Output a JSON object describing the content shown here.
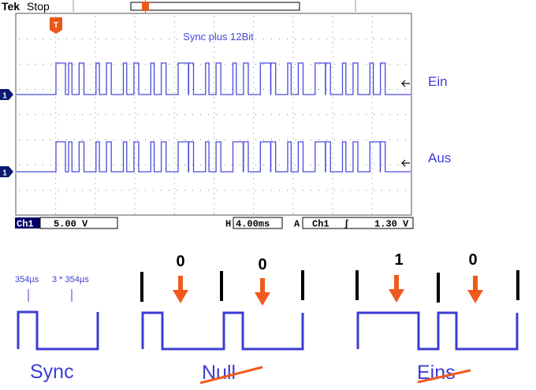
{
  "scope": {
    "brand": "Tek",
    "run_state": "Stop",
    "trigger_marker": "T",
    "annotation": "Sync plus 12Bit",
    "channel_marker": "1",
    "trace_labels": {
      "in": "Ein",
      "out": "Aus"
    },
    "status": {
      "channel": "Ch1",
      "volts_per_div": "5.00 V",
      "horiz_prefix": "H",
      "time_per_div": "4.00ms",
      "trigger_prefix": "A",
      "trigger_channel": "Ch1",
      "trigger_slope": "ʃ",
      "trigger_level": "1.30 V"
    },
    "colors": {
      "trace": "#4a4adf",
      "grid": "#888888",
      "trigger": "#e8591a",
      "status_active_bg": "#000066"
    }
  },
  "diagram": {
    "sync": {
      "label": "Sync",
      "timing_short": "354µs",
      "timing_long": "3 * 354µs"
    },
    "null_group": {
      "label": "Null",
      "bits": [
        "0",
        "0"
      ],
      "struck": true
    },
    "eins_group": {
      "label": "Eins",
      "bits": [
        "1",
        "0"
      ],
      "struck": true
    },
    "colors": {
      "waveform": "#3c3cd6",
      "arrow": "#f05a1e",
      "strike": "#f05a1e",
      "text": "#3c3cd6"
    }
  }
}
